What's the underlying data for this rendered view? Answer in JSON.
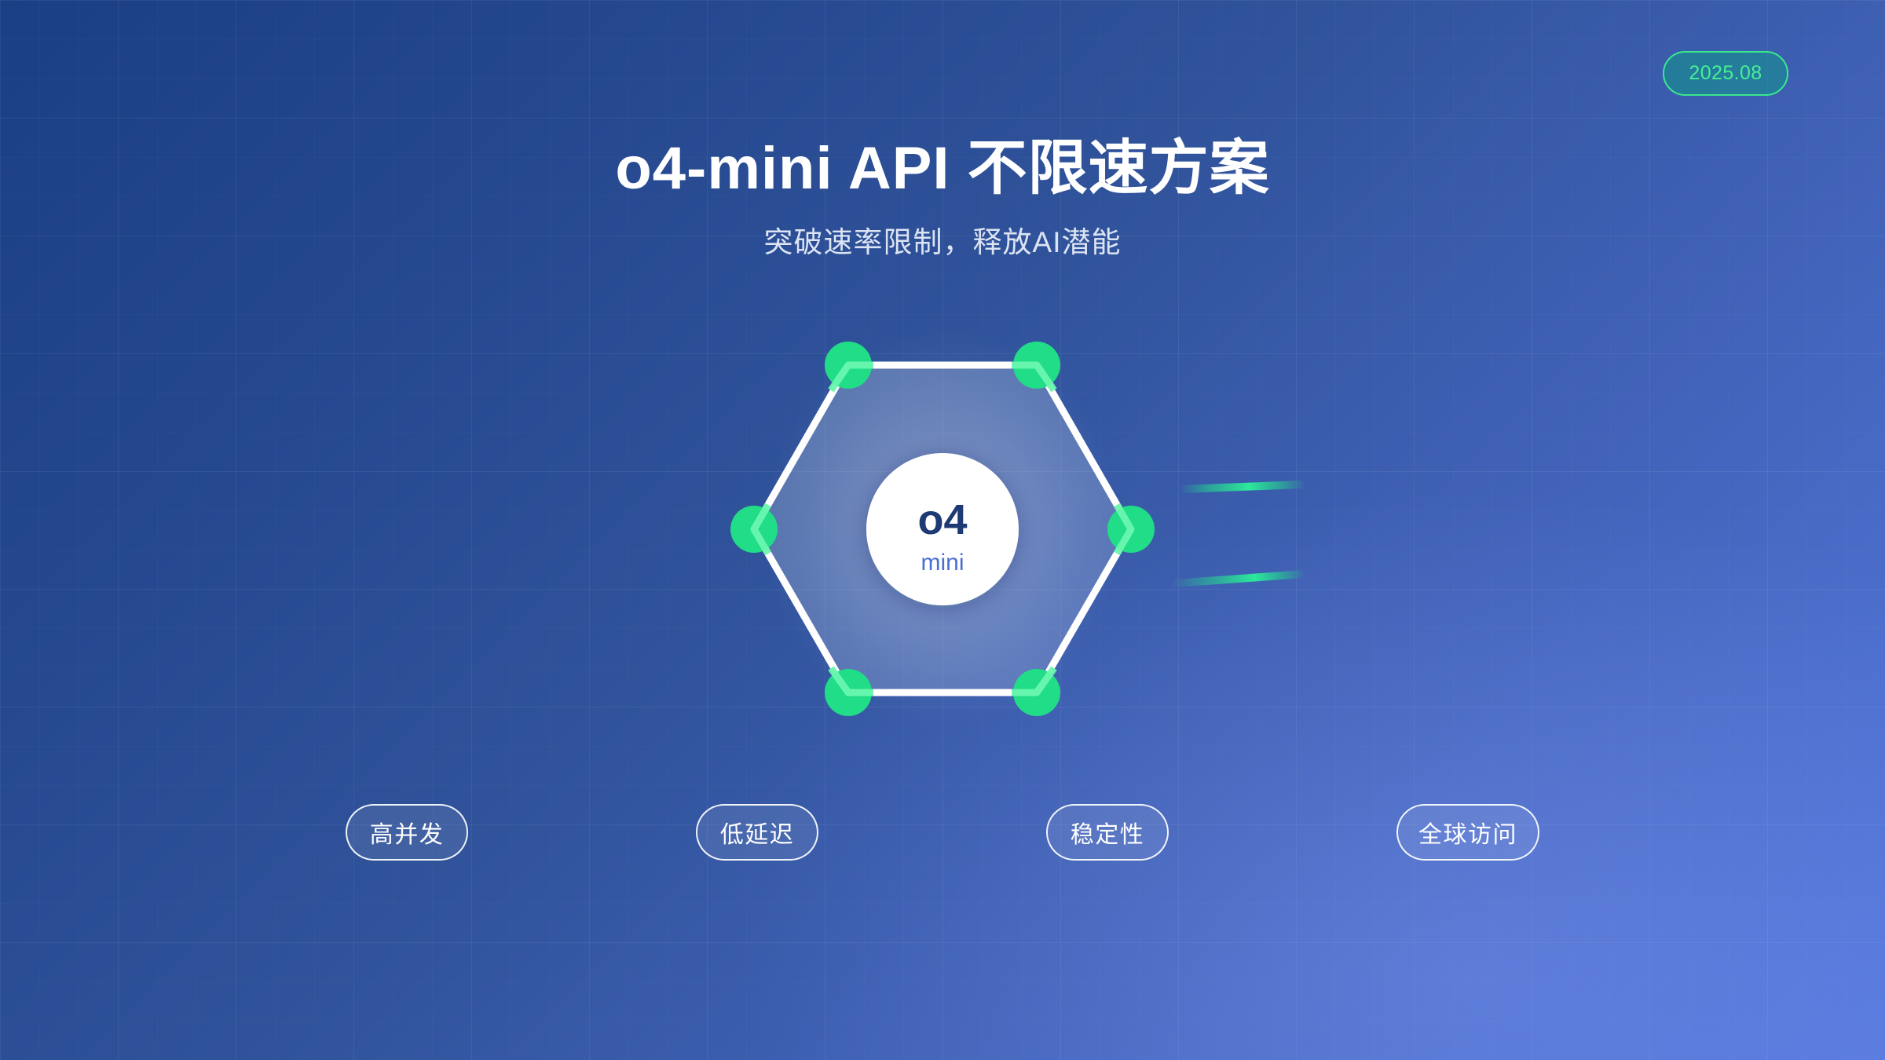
{
  "badge": {
    "label": "2025.08"
  },
  "header": {
    "title": "o4-mini API 不限速方案",
    "subtitle": "突破速率限制，释放AI潜能"
  },
  "diagram": {
    "core": {
      "primary": "o4",
      "secondary": "mini"
    },
    "node_count": 6,
    "shape": "hexagon",
    "speed_line_count": 2
  },
  "tags": [
    {
      "label": "高并发"
    },
    {
      "label": "低延迟"
    },
    {
      "label": "稳定性"
    },
    {
      "label": "全球访问"
    }
  ],
  "colors": {
    "accent_green": "#2fe08a",
    "node_green": "#21dd87",
    "background_dark": "#1b3f85",
    "background_light": "#5577dd",
    "core_text": "#1d3a74",
    "core_subtext": "#4a6fd2",
    "badge_border": "#3ae88d",
    "badge_text": "#46ef96",
    "text_white": "#ffffff"
  }
}
